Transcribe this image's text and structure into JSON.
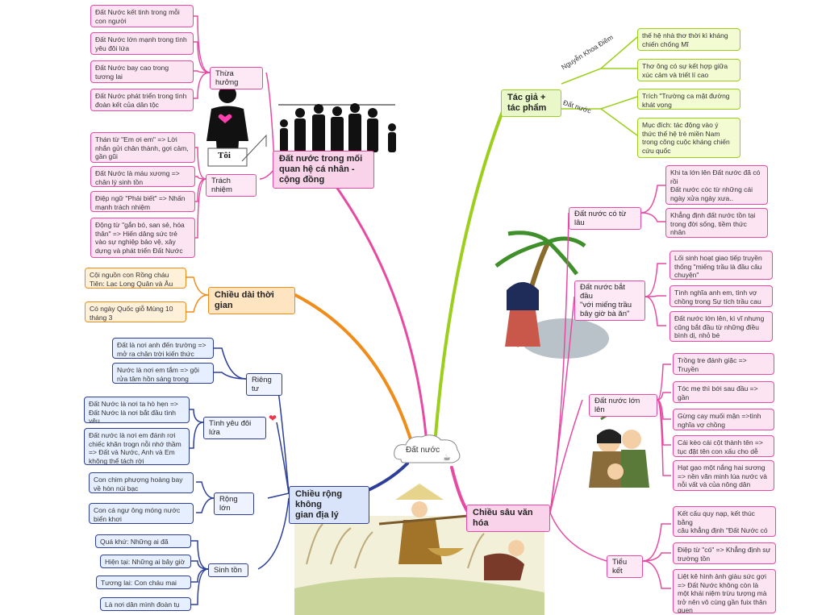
{
  "center": {
    "label": "Đất nước"
  },
  "branches": {
    "tacgia": {
      "title": "Tác giả +\ntác phẩm",
      "label1": "Nguyễn Khoa Điềm",
      "label2": "Đất nước",
      "leaves": [
        "thế hệ nhà thơ thời kì kháng\nchiến chống Mĩ",
        "Thơ ông có sự kết hợp giữa\nxúc cảm và triết lí cao",
        "Trích \"Trường ca mặt đường\nkhát vọng",
        "Mục đích: tác động vào ý\nthức thế hệ trẻ miền Nam\ntrong công cuộc kháng chiến\ncứu quốc"
      ]
    },
    "quanhe": {
      "title": "Đất nước trong mối\nquan hệ cá nhân -\ncộng đồng",
      "image_caption": "Tôi",
      "sub_thuahuong": "Thừa hưởng",
      "sub_trachnhiem": "Trách nhiệm",
      "leaves_thuahuong": [
        "Đất Nước kết tinh trong mỗi\ncon người",
        "Đất Nước lớn mạnh trong tình\nyêu đôi lứa",
        "Đất Nước bay cao trong\ntương lai",
        "Đất Nước phát triển trong tình\nđoàn kết của dân tộc"
      ],
      "leaves_trachnhiem": [
        "Thán từ \"Em ơi em\" => Lời\nnhắn gửi chân thành, gợi cảm,\ngần gũi",
        "Đất Nước là máu xương =>\nchân lý sinh tồn",
        "Điệp ngữ \"Phải biết\" => Nhấn\nmạnh trách nhiệm",
        "Động từ \"gắn bó, san sẻ, hóa\nthân\" => Hiến dâng sức trẻ\nvào sự nghiệp bảo vệ, xây\ndựng và phát triển Đất Nước"
      ]
    },
    "chieudai": {
      "title": "Chiều dài thời gian",
      "leaves": [
        "Cội nguồn con Rồng cháu\nTiên: Lạc Long Quân và Âu Cơ",
        "Có ngày Quốc giỗ Mùng 10\ntháng 3"
      ]
    },
    "chieurong": {
      "title": "Chiều rộng không\ngian địa lý",
      "sub_riengtu": "Riêng tư",
      "sub_tinhyeu": "Tình yêu đôi lứa",
      "sub_ronglon": "Rộng lớn",
      "sub_sinhton": "Sinh tồn",
      "leaves_riengtu": [
        "Đất là nơi anh đến trường =>\nmở ra chân trời kiến thức",
        "Nước là nơi em tắm => gội\nrửa tâm hồn sáng trong"
      ],
      "leaves_tinhyeu": [
        "Đất Nước là nơi ta hò hẹn =>\nĐất Nước là nơi bắt đầu tình\nyêu",
        "Đất nước là nơi em đánh rơi\nchiếc khăn trogn nỗi nhớ thầm\n=> Đất và Nước, Anh và Em\nkhông thể tách rời"
      ],
      "leaves_ronglon": [
        "Con chim phượng hoàng bay\nvề hòn núi bạc",
        "Con cá ngư ông móng nước\nbiển khơi"
      ],
      "leaves_sinhton": [
        "Quá khứ: Những ai đã khuất",
        "Hiện tại: Những ai bây giờ",
        "Tương lai: Con cháu mai sau",
        "Là nơi dân mình đoàn tụ"
      ]
    },
    "chieusau": {
      "title": "Chiều sâu văn hóa",
      "sub_colau": "Đất nước có từ lâu",
      "sub_batdau": "Đất nước bắt đầu\n\"với miếng trầu\nbây giờ bà ăn\"",
      "sub_lonlen": "Đất nước lớn lên",
      "sub_tieuket": "Tiểu kết",
      "leaves_colau": [
        "Khi ta lớn lên Đất nước đã có\nrồi\nĐất nước cóc từ những cái\nngày xửa ngày xưa..",
        "Khẳng định đất nước tồn tại\ntrong đời sống, tiềm thức nhân\ndân"
      ],
      "leaves_batdau": [
        "Lối sinh hoạt giao tiếp truyền\nthống \"miếng trầu là đầu câu\nchuyện\"",
        "Tình nghĩa anh em, tình vợ\nchồng trong Sự tích trầu cau",
        "Đất nước lớn lên, kì vĩ nhưng\ncũng bắt đầu từ những điều\nbình dị, nhỏ bé"
      ],
      "leaves_lonlen": [
        "Trồng tre đánh giặc => Truyền\nthống giữ nước",
        "Tóc mẹ thì bới sau đầu => gần\ngũi thân quen, đất nước là Mẹ",
        "Gừng cay muối mặn =>tình\nnghĩa vợ chồng",
        "Cái kèo cái cột thành tên =>\ntục đặt tên con xấu cho dễ nuôi",
        "Hạt gạo một nắng hai sương\n=> nền văn minh lúa nước và\nnỗi vất và của nông dân"
      ],
      "leaves_tieuket": [
        "Kết cấu quy nạp, kết thúc bằng\ncâu khẳng định \"Đất Nước có\ntừ ngày đó\"",
        "Điệp từ \"có\" => Khẳng định sự\ntrường tồn",
        "Liệt kê hình ảnh giàu sức gợi\n=> Đất Nước không còn là\nmột khái niệm trừu tượng mà\ntrở nên vô cùng gần fuix thân\nquen"
      ]
    }
  },
  "colors": {
    "pink": "#e84aa3",
    "lime": "#9bcf1b",
    "orange": "#f08c1a",
    "navy": "#2d3f9a"
  },
  "icons": [
    "heart-icon",
    "family-silhouette",
    "person-heart-icon",
    "teapot-icon"
  ]
}
